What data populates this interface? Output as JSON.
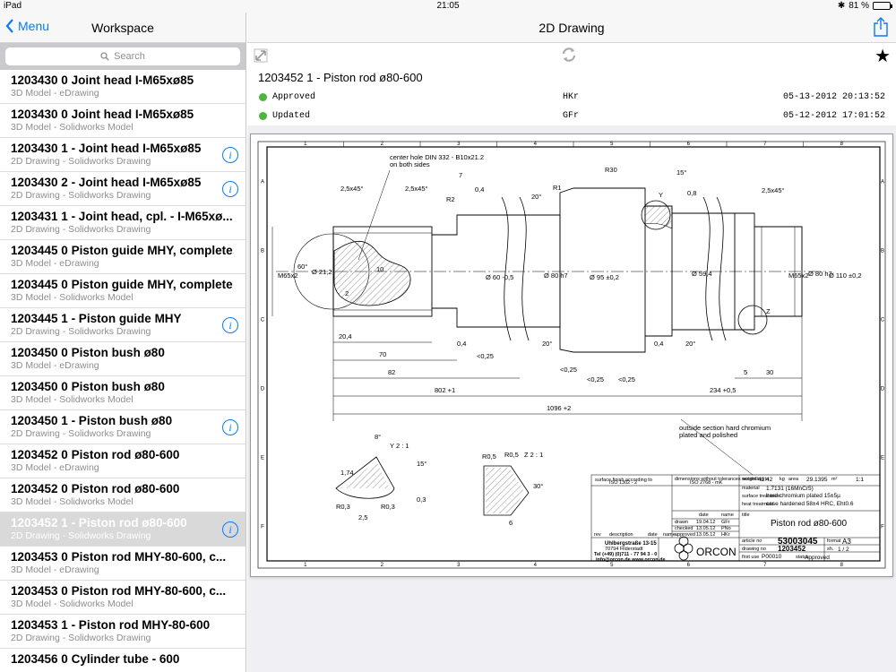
{
  "statusbar": {
    "device": "iPad",
    "time": "21:05",
    "battery": "81 %",
    "battery_level": 0.81
  },
  "sidebar": {
    "back_label": "Menu",
    "title": "Workspace",
    "search_placeholder": "Search",
    "items": [
      {
        "title": "1203430 0 Joint head I-M65xø85",
        "subtitle": "3D Model - eDrawing",
        "info": false,
        "selected": false
      },
      {
        "title": "1203430 0 Joint head I-M65xø85",
        "subtitle": "3D Model - Solidworks Model",
        "info": false,
        "selected": false
      },
      {
        "title": "1203430 1 - Joint head I-M65xø85",
        "subtitle": "2D Drawing - Solidworks Drawing",
        "info": true,
        "selected": false
      },
      {
        "title": "1203430 2 - Joint head I-M65xø85",
        "subtitle": "2D Drawing - Solidworks Drawing",
        "info": true,
        "selected": false
      },
      {
        "title": "1203431 1 - Joint head, cpl. - I-M65xø...",
        "subtitle": "2D Drawing - Solidworks Drawing",
        "info": false,
        "selected": false
      },
      {
        "title": "1203445 0 Piston guide MHY, complete",
        "subtitle": "3D Model - eDrawing",
        "info": false,
        "selected": false
      },
      {
        "title": "1203445 0 Piston guide MHY, complete",
        "subtitle": "3D Model - Solidworks Model",
        "info": false,
        "selected": false
      },
      {
        "title": "1203445 1 - Piston guide MHY",
        "subtitle": "2D Drawing - Solidworks Drawing",
        "info": true,
        "selected": false
      },
      {
        "title": "1203450 0 Piston bush ø80",
        "subtitle": "3D Model - eDrawing",
        "info": false,
        "selected": false
      },
      {
        "title": "1203450 0 Piston bush ø80",
        "subtitle": "3D Model - Solidworks Model",
        "info": false,
        "selected": false
      },
      {
        "title": "1203450 1 - Piston bush ø80",
        "subtitle": "2D Drawing - Solidworks Drawing",
        "info": true,
        "selected": false
      },
      {
        "title": "1203452 0 Piston rod ø80-600",
        "subtitle": "3D Model - eDrawing",
        "info": false,
        "selected": false
      },
      {
        "title": "1203452 0 Piston rod ø80-600",
        "subtitle": "3D Model - Solidworks Model",
        "info": false,
        "selected": false
      },
      {
        "title": "1203452 1 - Piston rod ø80-600",
        "subtitle": "2D Drawing - Solidworks Drawing",
        "info": true,
        "selected": true
      },
      {
        "title": "1203453 0 Piston rod MHY-80-600, c...",
        "subtitle": "3D Model - eDrawing",
        "info": false,
        "selected": false
      },
      {
        "title": "1203453 0 Piston rod MHY-80-600, c...",
        "subtitle": "3D Model - Solidworks Model",
        "info": false,
        "selected": false
      },
      {
        "title": "1203453 1 - Piston rod MHY-80-600",
        "subtitle": "2D Drawing - Solidworks Drawing",
        "info": false,
        "selected": false
      },
      {
        "title": "1203456 0 Cylinder tube - 600",
        "subtitle": "",
        "info": false,
        "selected": false
      }
    ]
  },
  "main": {
    "title": "2D Drawing",
    "doc_title": "1203452 1 - Piston rod ø80-600",
    "status": [
      {
        "state": "Approved",
        "user": "HKr",
        "date": "05-13-2012 20:13:52"
      },
      {
        "state": "Updated",
        "user": "GFr",
        "date": "05-12-2012 17:01:52"
      }
    ]
  },
  "drawing": {
    "col_labels": [
      "1",
      "2",
      "3",
      "4",
      "5",
      "6",
      "7",
      "8"
    ],
    "row_labels": [
      "A",
      "B",
      "C",
      "D",
      "E",
      "F"
    ],
    "notes": {
      "center_hole": "center hole DIN 332 - B10x21.2",
      "both_sides": "on both sides",
      "outside_1": "outside section hard chromium",
      "outside_2": "plated and polished"
    },
    "dims": {
      "d1": "2,5x45°",
      "d2": "2,5x45°",
      "d3": "7",
      "d4": "0,4",
      "d5": "R2",
      "d6": "20°",
      "d7": "R1",
      "d8": "R30",
      "d9": "15°",
      "d10": "Y",
      "d11": "0,8",
      "d12": "2,5x45°",
      "m1": "M65x2",
      "m2": "60°",
      "m3": "Ø 21,2",
      "m4": "10",
      "m5": "2",
      "v1": "Ø 60 -0,5",
      "v2": "Ø 80 h7",
      "v3": "Ø 95 ±0,2",
      "v4": "Ø 59,4",
      "v5": "Ø 80 h7",
      "v6": "Ø 110 ±0,2",
      "v7": "M65x2",
      "z": "Z",
      "h1": "20,4",
      "h2": "70",
      "h3": "82",
      "h4": "802 +1",
      "h5": "0,4",
      "h6": "20°",
      "h7": "0,4",
      "h8": "20°",
      "r1": "<0,25",
      "r2": "<0,25",
      "r3": "<0,25",
      "r4": "<0,25",
      "h9": "5",
      "h10": "30",
      "h11": "234 +0,5",
      "h12": "1096 +2"
    },
    "detail_y": {
      "label": "Y  2 : 1",
      "a1": "8°",
      "a2": "15°",
      "a3": "1,74",
      "a4": "0,3",
      "a5": "R0,3",
      "a6": "R0,3",
      "a7": "2,5"
    },
    "detail_z": {
      "label": "Z  2 : 1",
      "a1": "R0,5",
      "a2": "R0,5",
      "a3": "30°",
      "a4": "6"
    },
    "title_block": {
      "surface_finish": "surface finish according to",
      "surface_std": "ISO 1302 - 2",
      "tolerance": "dimensions without tolerances according to",
      "tolerance_std": "ISO 2768 - mK",
      "weight_label": "weight",
      "weight": "43.42",
      "kg": "kg",
      "area_label": "area",
      "area": "29.1395",
      "m2": "m²",
      "scale": "1:1",
      "material_label": "material",
      "material": "1.7131 (16MnCr5)",
      "surface_label": "surface treatment",
      "surface": "hard chromium plated 15±5µ",
      "heat_label": "heat treatment",
      "heat": "case hardened 58±4 HRC, Eht0.6",
      "col_date": "date",
      "col_name": "name",
      "title_label": "title",
      "drawn": "drawn",
      "drawn_date": "19.04.12",
      "drawn_name": "GFr",
      "checked": "checked",
      "checked_date": "13.05.12",
      "checked_name": "PNo",
      "approved": "approved",
      "approved_date": "13.05.12",
      "approved_name": "HKr",
      "part_name": "Piston rod ø80-600",
      "rev": "rev",
      "description": "description",
      "date": "date",
      "name": "name",
      "addr1": "Uhlbergstraße 13-15",
      "addr2": "70794 Filderstadt",
      "addr3": "Tel (+49) (0)711 - 77 94 3 - 0",
      "addr4": "info@orcon.de www.orcon.de",
      "company": "ORCON",
      "article_label": "article no",
      "article": "53003045",
      "drawing_label": "drawing no",
      "drawing": "1203452",
      "first_use_label": "first use",
      "first_use": "P00010",
      "status_label": "status",
      "status": "Approved",
      "format_label": "format",
      "format": "A3",
      "sheet_label": "sh.",
      "sheet": "1 / 2"
    }
  }
}
